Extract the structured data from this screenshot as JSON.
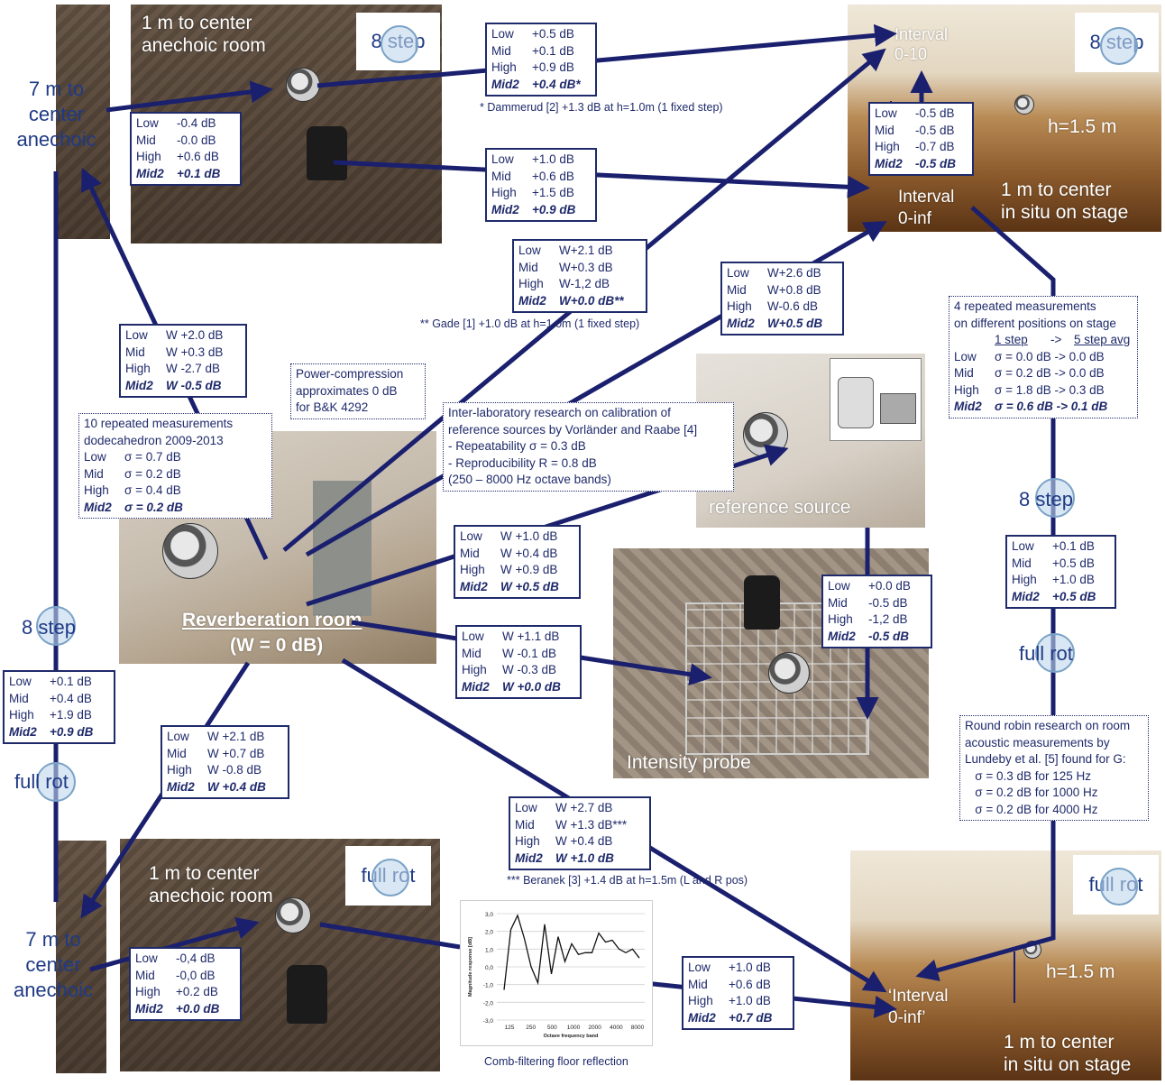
{
  "photos": {
    "anechoic_top_label": "1 m to center\nanechoic room",
    "anechoic_top_badge": "8 step",
    "anechoic_left_top_label": "7 m to\ncenter\nanechoic",
    "stage_top_badge": "8 step",
    "stage_top_interval": "Interval\n0-10",
    "stage_top_height": "h=1.5 m",
    "stage_top_interval_inf": "Interval\n0-inf",
    "stage_top_center": "1 m to center\nin situ on stage",
    "reverb_label_line1": "Reverberation room",
    "reverb_label_line2": "(W = 0 dB)",
    "reference_label": "reference source",
    "intensity_label": "Intensity probe",
    "anechoic_bottom_label": "1 m to center\nanechoic room",
    "anechoic_bottom_badge": "full rot",
    "anechoic_left_bottom_label": "7 m to\ncenter\nanechoic",
    "stage_bottom_badge": "full rot",
    "stage_bottom_height": "h=1.5 m",
    "stage_bottom_interval": "‘Interval\n0-inf’",
    "stage_bottom_center": "1 m to center\nin situ on stage"
  },
  "badges": {
    "left_8step": "8 step",
    "left_fullrot": "full rot",
    "right_8step": "8 step",
    "right_fullrot": "full rot"
  },
  "boxes": {
    "anech_top": [
      [
        "Low",
        "-0.4 dB"
      ],
      [
        "Mid",
        "-0.0 dB"
      ],
      [
        "High",
        "+0.6 dB"
      ],
      [
        "Mid2",
        "+0.1 dB"
      ]
    ],
    "top_center1": [
      [
        "Low",
        "+0.5 dB"
      ],
      [
        "Mid",
        "+0.1 dB"
      ],
      [
        "High",
        "+0.9 dB"
      ],
      [
        "Mid2",
        "+0.4 dB*"
      ]
    ],
    "top_center2": [
      [
        "Low",
        "+1.0 dB"
      ],
      [
        "Mid",
        "+0.6 dB"
      ],
      [
        "High",
        "+1.5 dB"
      ],
      [
        "Mid2",
        "+0.9 dB"
      ]
    ],
    "stage_top": [
      [
        "Low",
        "-0.5 dB"
      ],
      [
        "Mid",
        "-0.5 dB"
      ],
      [
        "High",
        "-0.7 dB"
      ],
      [
        "Mid2",
        "-0.5 dB"
      ]
    ],
    "w_center1": [
      [
        "Low",
        "W+2.1 dB"
      ],
      [
        "Mid",
        "W+0.3 dB"
      ],
      [
        "High",
        "W-1,2 dB"
      ],
      [
        "Mid2",
        "W+0.0 dB**"
      ]
    ],
    "w_center2": [
      [
        "Low",
        "W+2.6 dB"
      ],
      [
        "Mid",
        "W+0.8 dB"
      ],
      [
        "High",
        "W-0.6 dB"
      ],
      [
        "Mid2",
        "W+0.5 dB"
      ]
    ],
    "w_left": [
      [
        "Low",
        "W +2.0 dB"
      ],
      [
        "Mid",
        "W +0.3 dB"
      ],
      [
        "High",
        "W -2.7 dB"
      ],
      [
        "Mid2",
        "W -0.5 dB"
      ]
    ],
    "w_ref": [
      [
        "Low",
        "W +1.0 dB"
      ],
      [
        "Mid",
        "W +0.4 dB"
      ],
      [
        "High",
        "W +0.9 dB"
      ],
      [
        "Mid2",
        "W +0.5 dB"
      ]
    ],
    "w_int": [
      [
        "Low",
        "W +1.1 dB"
      ],
      [
        "Mid",
        "W -0.1 dB"
      ],
      [
        "High",
        "W -0.3 dB"
      ],
      [
        "Mid2",
        "W +0.0 dB"
      ]
    ],
    "ref_int": [
      [
        "Low",
        "+0.0 dB"
      ],
      [
        "Mid",
        "-0.5 dB"
      ],
      [
        "High",
        "-1,2 dB"
      ],
      [
        "Mid2",
        "-0.5 dB"
      ]
    ],
    "right_8step": [
      [
        "Low",
        "+0.1 dB"
      ],
      [
        "Mid",
        "+0.5 dB"
      ],
      [
        "High",
        "+1.0 dB"
      ],
      [
        "Mid2",
        "+0.5 dB"
      ]
    ],
    "left_8step": [
      [
        "Low",
        "+0.1 dB"
      ],
      [
        "Mid",
        "+0.4 dB"
      ],
      [
        "High",
        "+1.9 dB"
      ],
      [
        "Mid2",
        "+0.9 dB"
      ]
    ],
    "w_bottomleft": [
      [
        "Low",
        "W +2.1 dB"
      ],
      [
        "Mid",
        "W +0.7 dB"
      ],
      [
        "High",
        "W -0.8 dB"
      ],
      [
        "Mid2",
        "W +0.4 dB"
      ]
    ],
    "w_bottomcenter": [
      [
        "Low",
        "W +2.7 dB"
      ],
      [
        "Mid",
        "W +1.3 dB***"
      ],
      [
        "High",
        "W +0.4 dB"
      ],
      [
        "Mid2",
        "W +1.0 dB"
      ]
    ],
    "anech_bottom": [
      [
        "Low",
        "-0,4 dB"
      ],
      [
        "Mid",
        "-0,0 dB"
      ],
      [
        "High",
        "+0.2 dB"
      ],
      [
        "Mid2",
        "+0.0 dB"
      ]
    ],
    "bottom_right": [
      [
        "Low",
        "+1.0 dB"
      ],
      [
        "Mid",
        "+0.6 dB"
      ],
      [
        "High",
        "+1.0 dB"
      ],
      [
        "Mid2",
        "+0.7 dB"
      ]
    ]
  },
  "dotted": {
    "repeated_title": "10 repeated measurements\ndodecahedron 2009-2013",
    "repeated_rows": [
      [
        "Low",
        "σ  = 0.7 dB"
      ],
      [
        "Mid",
        "σ  = 0.2 dB"
      ],
      [
        "High",
        "σ  = 0.4 dB"
      ],
      [
        "Mid2",
        "σ  = 0.2 dB"
      ]
    ],
    "power": "Power-compression\napproximates 0 dB\nfor B&K 4292",
    "interlab": "Inter-laboratory research on calibration of\nreference sources by Vorländer and Raabe [4]\n- Repeatability σ = 0.3 dB\n- Reproducibility R = 0.8 dB\n(250 – 8000 Hz octave bands)",
    "stage_title": "4 repeated measurements\non different positions on stage",
    "stage_head_a": "1 step",
    "stage_head_b": "5 step avg",
    "stage_head_arrow": "->",
    "stage_rows": [
      [
        "Low",
        "σ  = 0.0 dB -> 0.0 dB"
      ],
      [
        "Mid",
        "σ  = 0.2 dB -> 0.0 dB"
      ],
      [
        "High",
        "σ  = 1.8 dB -> 0.3 dB"
      ],
      [
        "Mid2",
        "σ  = 0.6 dB -> 0.1 dB"
      ]
    ],
    "roundrobin": "Round robin research on room\nacoustic measurements by\nLundeby et al. [5] found for G:\n   σ = 0.3 dB for 125 Hz\n   σ = 0.2 dB for 1000 Hz\n   σ = 0.2 dB for 4000 Hz"
  },
  "notes": {
    "dammerud": "* Dammerud [2] +1.3 dB at h=1.0m (1 fixed step)",
    "gade": "** Gade [1]  +1.0 dB at h=1.0m (1 fixed step)",
    "beranek": "*** Beranek [3]  +1.4 dB at h=1.5m (L and R pos)",
    "comb": "Comb-filtering floor reflection"
  },
  "chart_data": {
    "type": "line",
    "categories": [
      "125",
      "250",
      "500",
      "1000",
      "2000",
      "4000",
      "8000"
    ],
    "values": [
      -1.3,
      2.1,
      2.9,
      1.6,
      0.0,
      -0.9,
      2.4,
      -0.4,
      1.7,
      0.3,
      1.3,
      0.7,
      0.8,
      0.8,
      1.9,
      1.4,
      1.5,
      1.0,
      0.8,
      1.0,
      0.5
    ],
    "xlabel": "Octave frequency band",
    "ylabel": "Magnitude response [dB]",
    "ylim": [
      -3.0,
      3.0
    ],
    "yticks": [
      "3,0",
      "2,0",
      "1,0",
      "0,0",
      "-1,0",
      "-2,0",
      "-3,0"
    ],
    "grid": true
  }
}
